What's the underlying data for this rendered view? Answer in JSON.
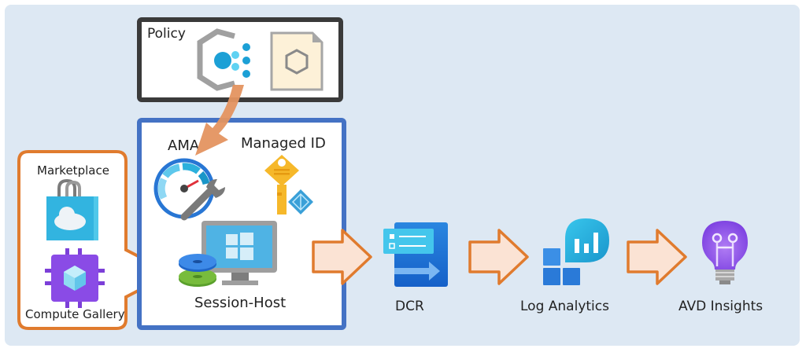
{
  "diagram": {
    "policy": {
      "label": "Policy",
      "icons": [
        "policy-icon",
        "policy-definition-icon"
      ]
    },
    "host_group": {
      "ama_label": "AMA",
      "managed_id_label": "Managed ID",
      "session_host_label": "Session-Host",
      "icons": [
        "azure-monitor-agent-icon",
        "managed-identity-key-icon",
        "session-host-monitor-icon",
        "host-pool-discs-icon"
      ]
    },
    "image_sources": {
      "marketplace_label": "Marketplace",
      "compute_gallery_label": "Compute Gallery",
      "icons": [
        "marketplace-bag-icon",
        "compute-gallery-chip-icon"
      ]
    },
    "pipeline": [
      {
        "id": "dcr",
        "label": "DCR",
        "icon": "data-collection-rule-icon"
      },
      {
        "id": "log-analytics",
        "label": "Log Analytics",
        "icon": "log-analytics-icon"
      },
      {
        "id": "avd-insights",
        "label": "AVD Insights",
        "icon": "insights-lightbulb-icon"
      }
    ],
    "colors": {
      "background": "#dde8f3",
      "policy_border": "#3a3a3a",
      "host_border": "#4472c4",
      "callout_border": "#e07b2e",
      "arrow_fill": "#fbe3d4",
      "arrow_stroke": "#e07b2e",
      "policy_arrow": "#e49460"
    }
  }
}
